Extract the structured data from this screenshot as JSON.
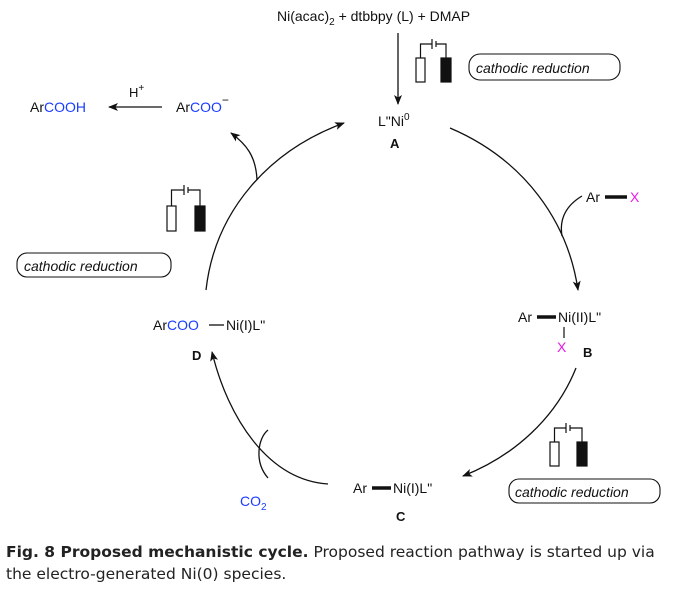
{
  "colors": {
    "ink": "#111111",
    "blue": "#1a3cff",
    "magenta": "#e81ae8"
  },
  "reagents": {
    "ni": "Ni(acac)",
    "sub2": "2",
    "rest": " + dtbbpy (L) + DMAP"
  },
  "species_A": {
    "L": "L\"Ni",
    "sup": "0",
    "label": "A"
  },
  "species_B": {
    "ar": "Ar",
    "ni": "Ni(II)L\"",
    "x": "X",
    "label": "B"
  },
  "species_C": {
    "ar": "Ar",
    "ni": "Ni(I)L\"",
    "label": "C"
  },
  "species_D": {
    "ar": "Ar",
    "coo": "COO",
    "ni": "Ni(I)L\"",
    "label": "D"
  },
  "aryl_halide": {
    "ar": "Ar",
    "x": "X"
  },
  "co2": {
    "co": "CO",
    "sub": "2"
  },
  "carboxylate": {
    "ar": "Ar",
    "coo": "COO",
    "charge": "−"
  },
  "acid": {
    "ar": "Ar",
    "cooh": "COOH"
  },
  "proton": {
    "h": "H",
    "plus": "+"
  },
  "reduction_label": "cathodic reduction",
  "caption": {
    "bold": "Fig. 8 Proposed mechanistic cycle.",
    "text": " Proposed reaction pathway is started up via the electro-generated Ni(0) species."
  }
}
